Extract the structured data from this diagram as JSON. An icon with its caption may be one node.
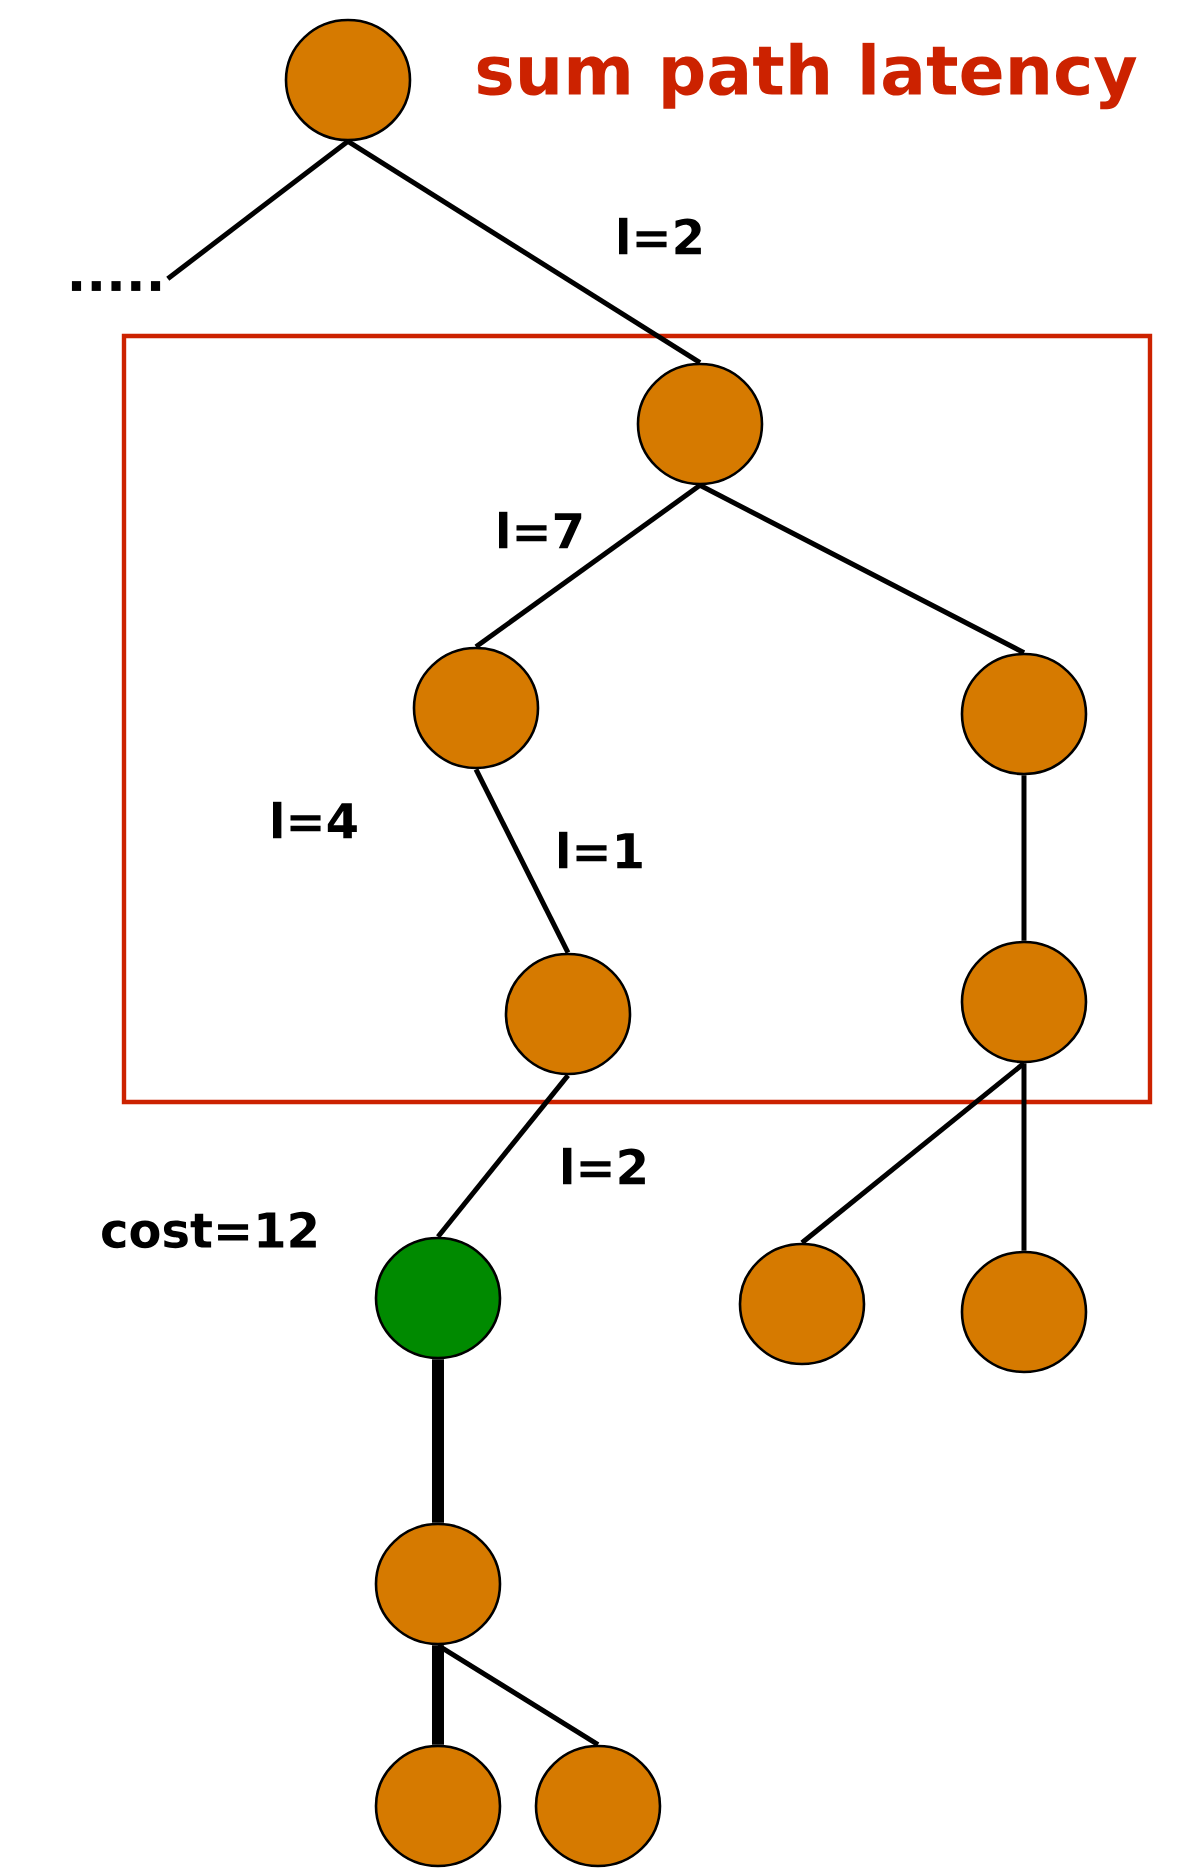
{
  "diagram": {
    "title": "sum path latency",
    "nodes": [
      {
        "text": [],
        "shape": "circle"
      },
      {
        "text": [
          "....."
        ]
      },
      {
        "text": [],
        "shape": "box"
      },
      {
        "text": [],
        "shape": "circle",
        "in": 2
      },
      {
        "text": [],
        "shape": "circle",
        "in": 2
      },
      {
        "text": [],
        "shape": "circle",
        "in": 2
      },
      {
        "text": [],
        "shape": "circle",
        "in": 2
      },
      {
        "text": [],
        "shape": "circle",
        "in": 2
      },
      {
        "text": [],
        "shape": "circle",
        "beside": [
          "cost=12"
        ]
      },
      {
        "text": [],
        "shape": "circle"
      },
      {
        "text": [],
        "shape": "circle"
      },
      {
        "text": [],
        "shape": "circle"
      },
      {
        "text": [],
        "shape": "circle"
      },
      {
        "text": [],
        "shape": "circle"
      }
    ],
    "edges": [
      {
        "from": 0,
        "to": 1,
        "arrow": "none"
      },
      {
        "from": 0,
        "to": 3,
        "arrow": "none",
        "label": "l=2"
      },
      {
        "from": 3,
        "to": 4,
        "arrow": "none",
        "label": "l=7"
      },
      {
        "from": 3,
        "to": 5,
        "arrow": "none"
      },
      {
        "from": 4,
        "to": 6,
        "arrow": "none",
        "label": "l=1"
      },
      {
        "from": 5,
        "to": 7,
        "arrow": "none"
      },
      {
        "from": 6,
        "to": 8,
        "arrow": "none",
        "label": "l=2"
      },
      {
        "from": 7,
        "to": 9,
        "arrow": "none"
      },
      {
        "from": 7,
        "to": 10,
        "arrow": "none"
      },
      {
        "from": 8,
        "to": 11,
        "arrow": "none",
        "style": "thick"
      },
      {
        "from": 11,
        "to": 12,
        "arrow": "none",
        "style": "thick"
      },
      {
        "from": 11,
        "to": 13,
        "arrow": "none"
      }
    ],
    "labels": [
      "l=4"
    ]
  }
}
